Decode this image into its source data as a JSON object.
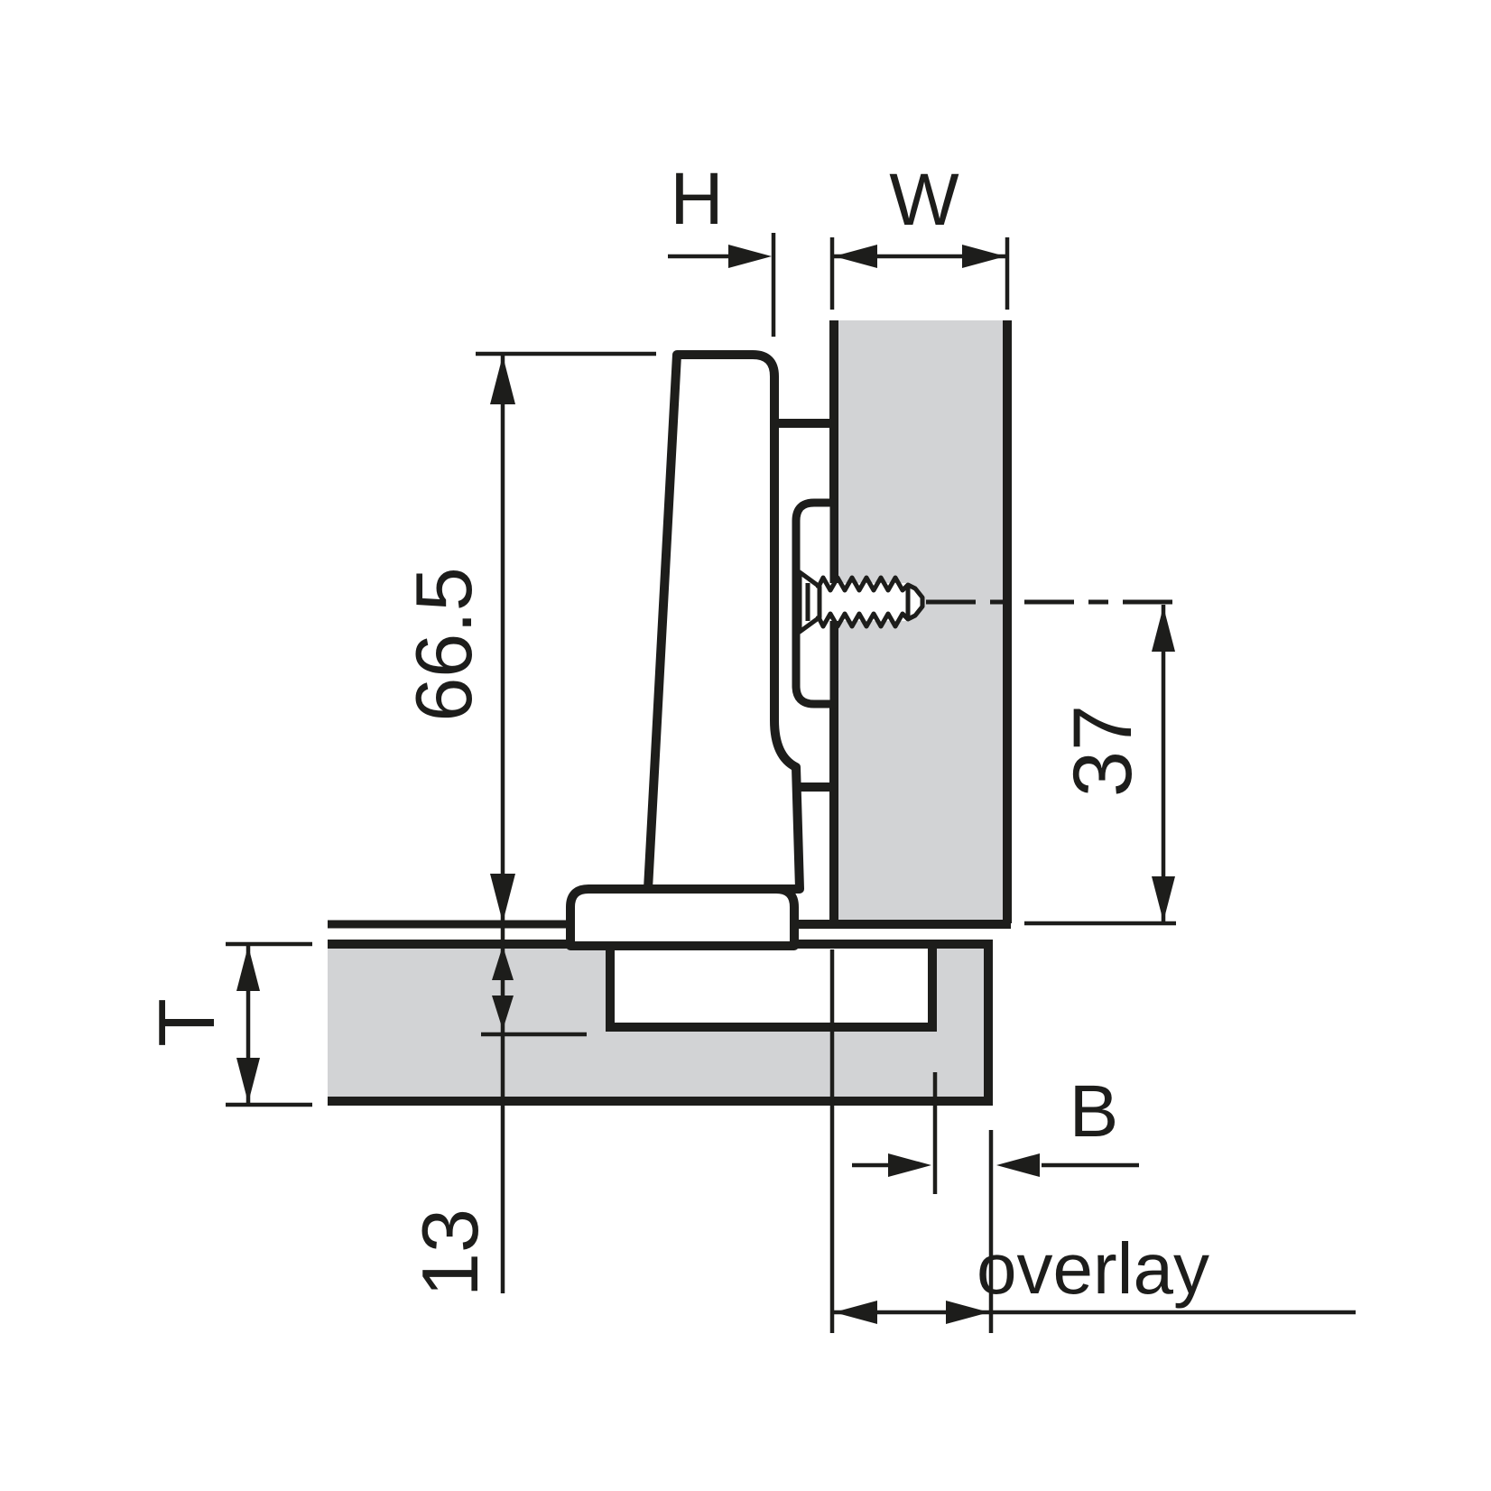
{
  "colors": {
    "background": "#ffffff",
    "line": "#1d1d1b",
    "panel_fill": "#d2d3d5"
  },
  "diagram": {
    "type": "hinge-mounting-cross-section",
    "dimensions": {
      "arm_clearance_label": "H",
      "panel_thickness_label": "W",
      "total_height": "66.5",
      "axis_to_panel_edge": "37",
      "door_thickness_label": "T",
      "cup_bore_depth": "13",
      "bore_to_edge_label": "B",
      "overlay_label": "overlay"
    }
  }
}
